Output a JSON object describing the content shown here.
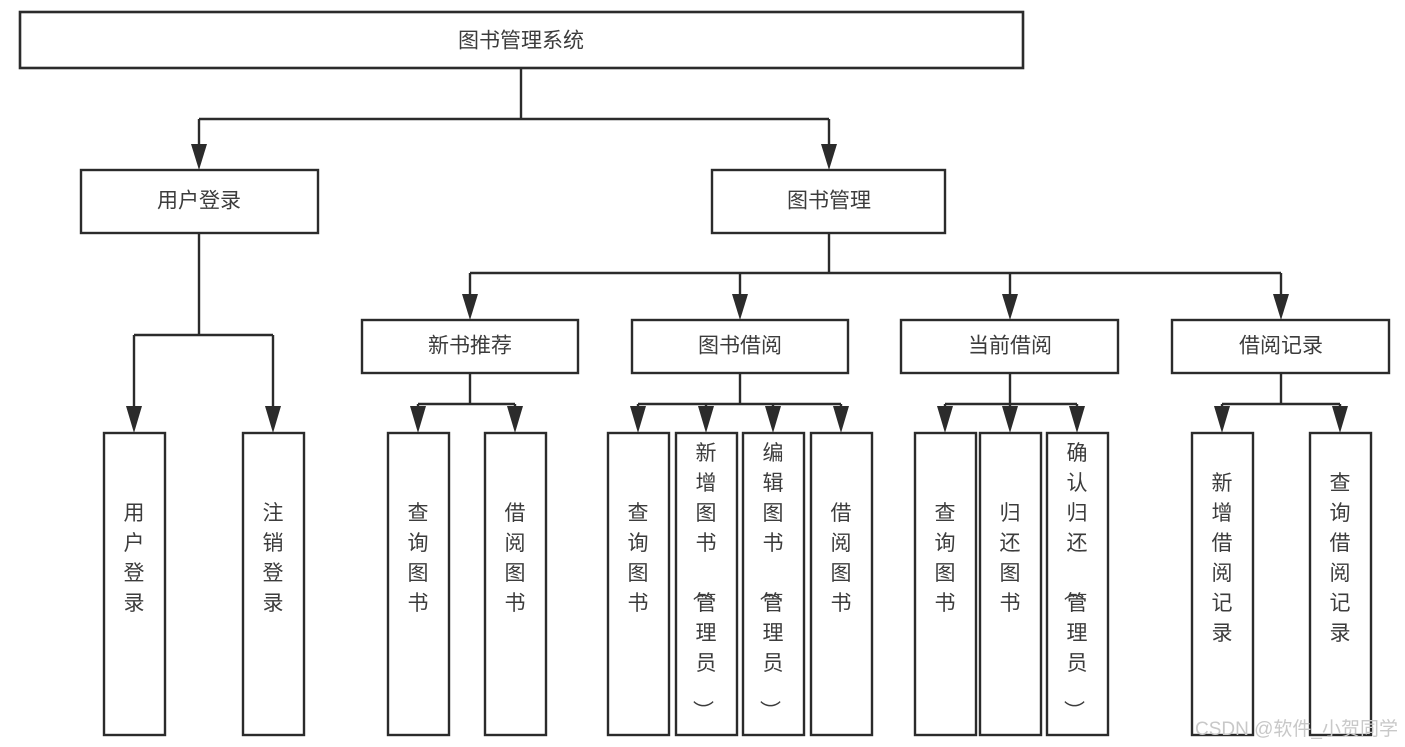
{
  "diagram": {
    "type": "hierarchy-tree",
    "title": "图书管理系统",
    "root": {
      "id": "root",
      "label": "图书管理系统"
    },
    "level2": [
      {
        "id": "user-login",
        "label": "用户登录"
      },
      {
        "id": "book-manage",
        "label": "图书管理"
      }
    ],
    "level3": [
      {
        "id": "new-book-recommend",
        "label": "新书推荐",
        "parent": "book-manage"
      },
      {
        "id": "book-borrow",
        "label": "图书借阅",
        "parent": "book-manage"
      },
      {
        "id": "current-borrow",
        "label": "当前借阅",
        "parent": "book-manage"
      },
      {
        "id": "borrow-record",
        "label": "借阅记录",
        "parent": "book-manage"
      }
    ],
    "leaves": {
      "user_login": [
        {
          "id": "leaf-user-login",
          "label": "用户登录"
        },
        {
          "id": "leaf-logout-login",
          "label": "注销登录"
        }
      ],
      "new_book_recommend": [
        {
          "id": "leaf-query-book-1",
          "label": "查询图书"
        },
        {
          "id": "leaf-borrow-book-1",
          "label": "借阅图书"
        }
      ],
      "book_borrow": [
        {
          "id": "leaf-query-book-2",
          "label": "查询图书"
        },
        {
          "id": "leaf-add-book",
          "label": "新增图书（管理员）"
        },
        {
          "id": "leaf-edit-book",
          "label": "编辑图书（管理员）"
        },
        {
          "id": "leaf-borrow-book-2",
          "label": "借阅图书"
        }
      ],
      "current_borrow": [
        {
          "id": "leaf-query-book-3",
          "label": "查询图书"
        },
        {
          "id": "leaf-return-book",
          "label": "归还图书"
        },
        {
          "id": "leaf-confirm-return",
          "label": "确认归还（管理员）"
        }
      ],
      "borrow_record": [
        {
          "id": "leaf-add-record",
          "label": "新增借阅记录"
        },
        {
          "id": "leaf-query-record",
          "label": "查询借阅记录"
        }
      ]
    }
  },
  "watermark": {
    "text": "CSDN @软件_小贺同学"
  },
  "colors": {
    "stroke": "#2b2b2b",
    "box_fill": "#ffffff",
    "text": "#3c3c3c",
    "watermark": "#c8c8c8",
    "background": "#ffffff"
  }
}
